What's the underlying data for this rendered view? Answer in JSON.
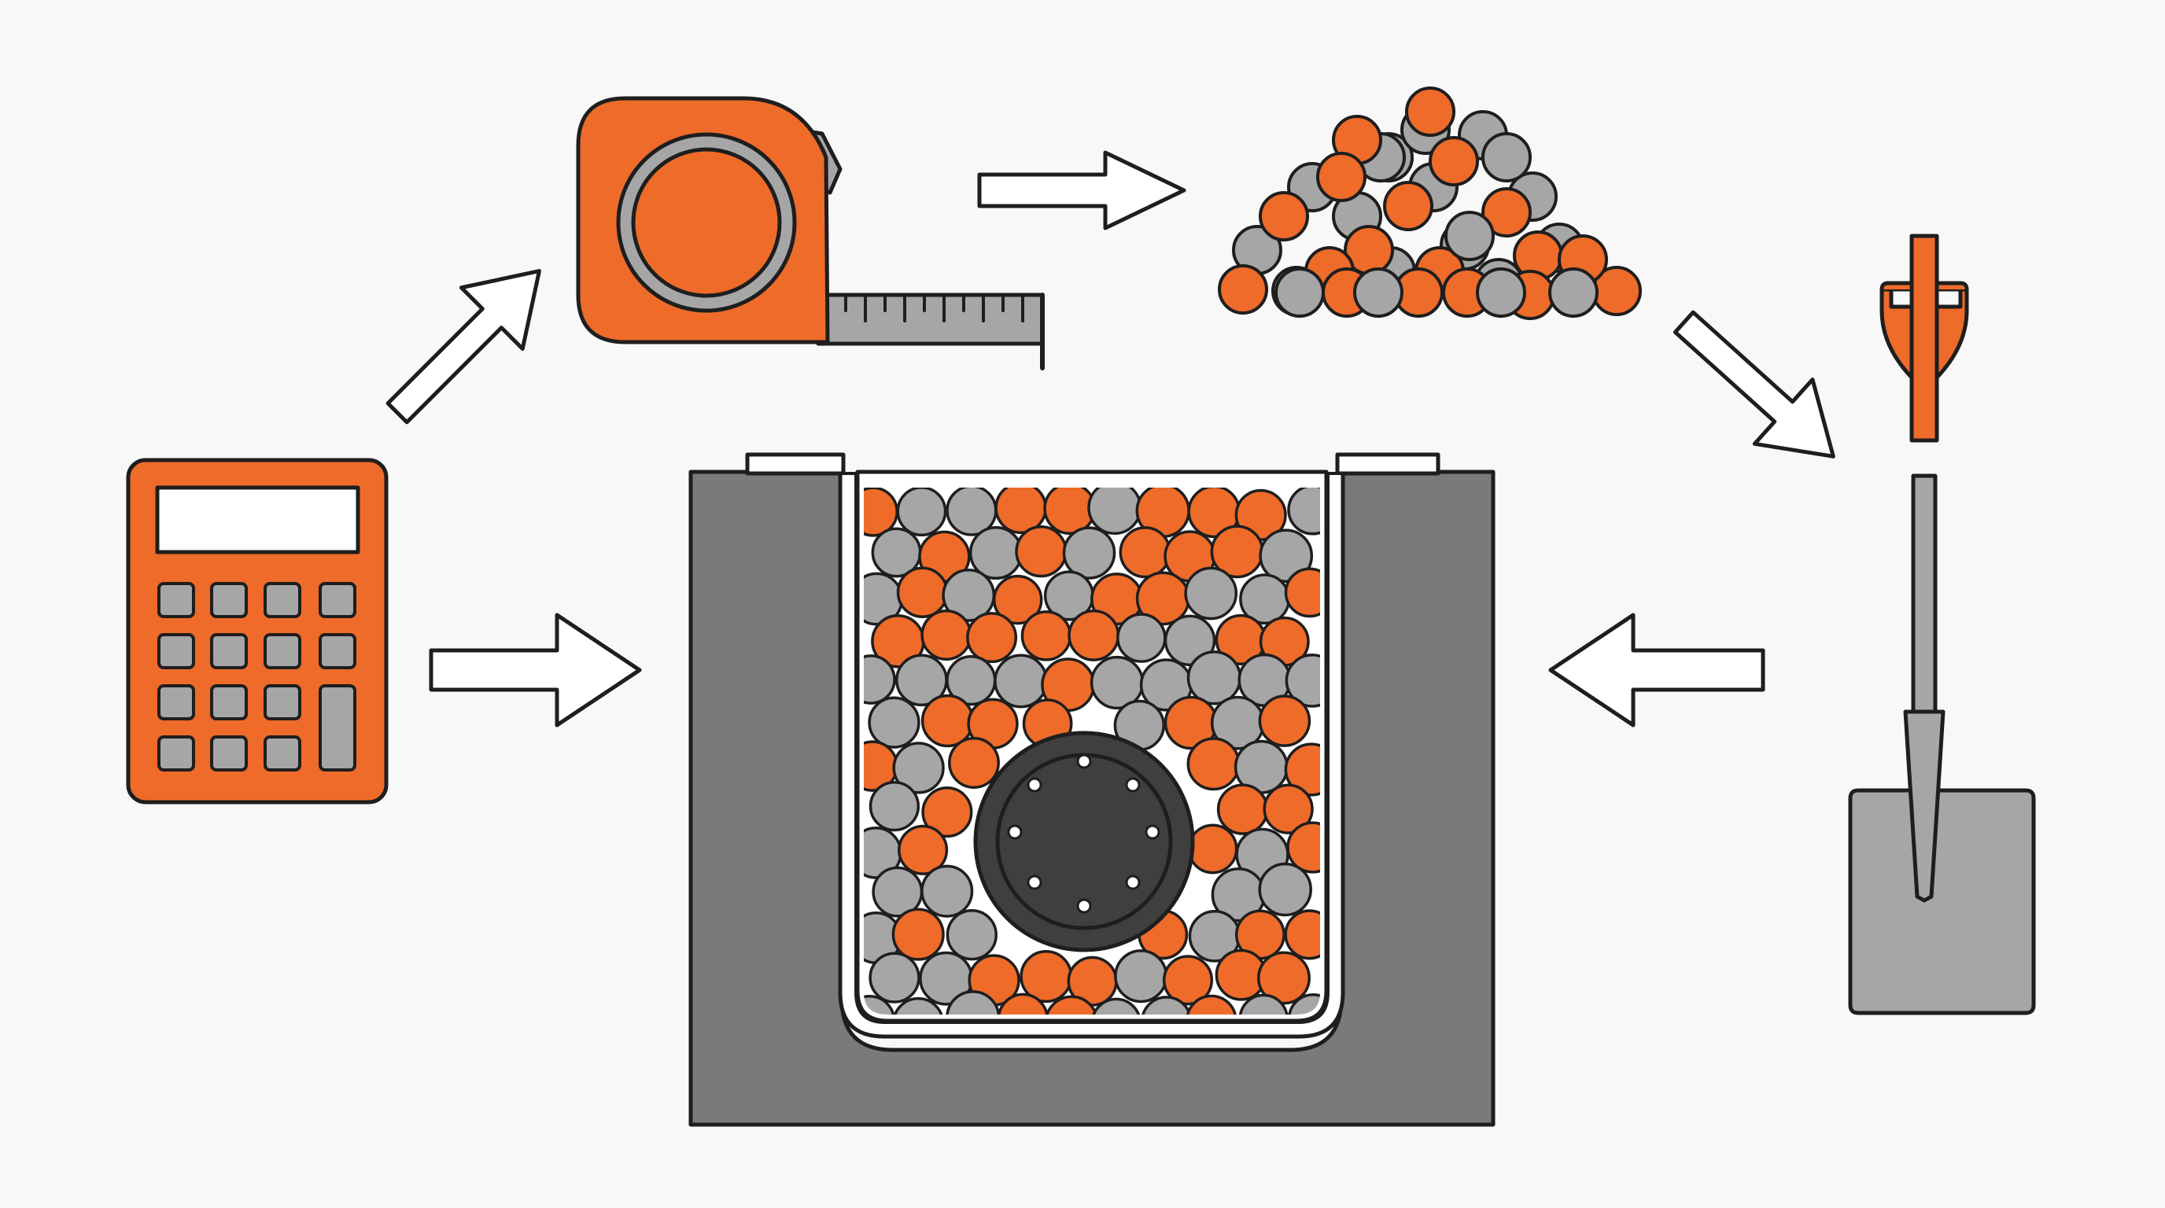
{
  "diagram": {
    "kind": "french-drain-process-illustration",
    "colors": {
      "background": "#f8f8f8",
      "accent_orange": "#ee6b2a",
      "stone_gray": "#a6a6a6",
      "soil_gray": "#7a7a7a",
      "pipe_dark": "#3f3f3f",
      "outline": "#1e1e1e",
      "arrow_fill": "#ffffff"
    },
    "nodes": [
      {
        "id": "calculator",
        "icon": "calculator-icon"
      },
      {
        "id": "tape-measure",
        "icon": "tape-measure-icon"
      },
      {
        "id": "gravel-pile",
        "icon": "gravel-pile-icon"
      },
      {
        "id": "shovel",
        "icon": "shovel-icon"
      },
      {
        "id": "trench",
        "icon": "trench-cross-section-icon",
        "contains": [
          "filter-fabric",
          "gravel-fill",
          "perforated-pipe"
        ]
      }
    ],
    "edges": [
      {
        "from": "calculator",
        "to": "tape-measure"
      },
      {
        "from": "tape-measure",
        "to": "gravel-pile"
      },
      {
        "from": "gravel-pile",
        "to": "shovel"
      },
      {
        "from": "shovel",
        "to": "trench"
      },
      {
        "from": "calculator",
        "to": "trench"
      }
    ]
  }
}
